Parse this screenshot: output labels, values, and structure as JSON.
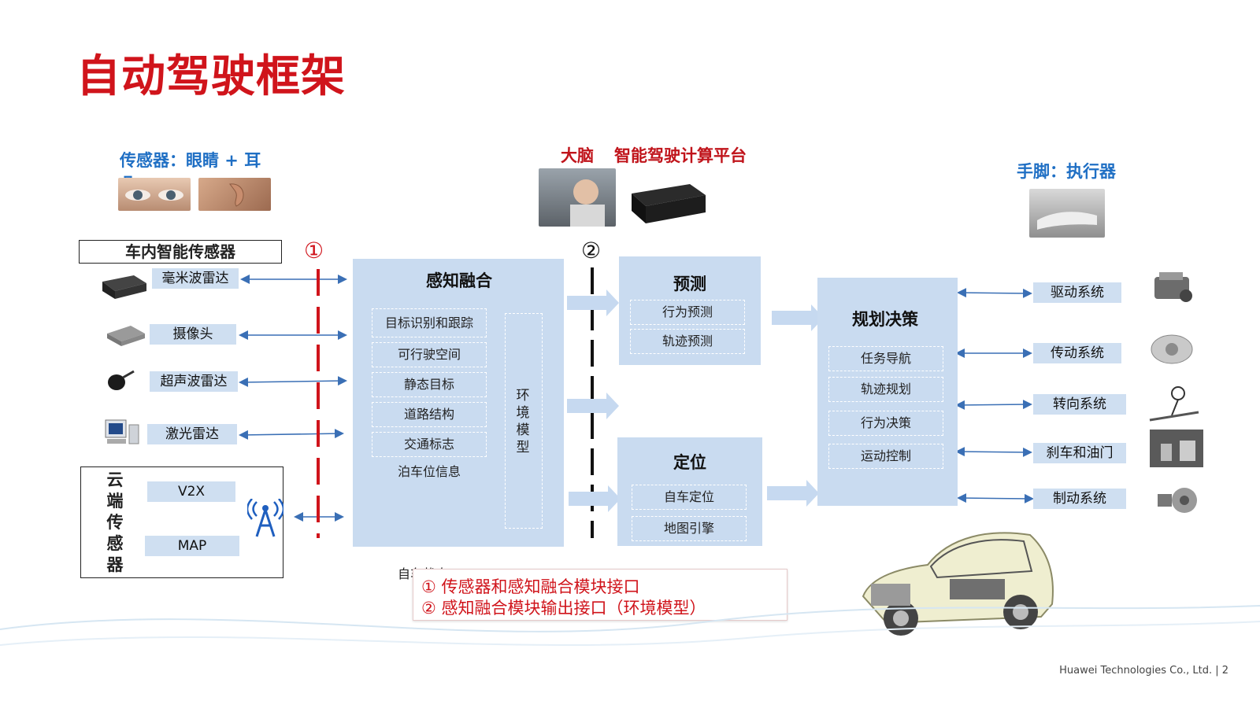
{
  "title": "自动驾驶框架",
  "sections": {
    "sensors_heading": "传感器：眼睛 + 耳朵",
    "brain_label": "大脑",
    "platform_label": "智能驾驶计算平台",
    "actuators_heading": "手脚：执行器"
  },
  "in_vehicle": {
    "heading": "车内智能传感器",
    "items": [
      "毫米波雷达",
      "摄像头",
      "超声波雷达",
      "激光雷达"
    ]
  },
  "cloud": {
    "heading": "云端传感器",
    "items": [
      "V2X",
      "MAP"
    ]
  },
  "interfaces": {
    "one": "①",
    "two": "②"
  },
  "perception": {
    "title": "感知融合",
    "items": [
      "目标识别和跟踪",
      "可行驶空间",
      "静态目标",
      "道路结构",
      "交通标志",
      "泊车位信息",
      "自车状态"
    ],
    "env_model": "环境模型"
  },
  "prediction": {
    "title": "预测",
    "items": [
      "行为预测",
      "轨迹预测"
    ]
  },
  "localization": {
    "title": "定位",
    "items": [
      "自车定位",
      "地图引擎"
    ]
  },
  "planning": {
    "title": "规划决策",
    "items": [
      "任务导航",
      "轨迹规划",
      "行为决策",
      "运动控制"
    ]
  },
  "actuators": {
    "items": [
      "驱动系统",
      "传动系统",
      "转向系统",
      "刹车和油门",
      "制动系统"
    ]
  },
  "legend": {
    "line1": "①  传感器和感知融合模块接口",
    "line2": "②  感知融合模块输出接口（环境模型）"
  },
  "footer": "Huawei Technologies Co., Ltd.  |  2",
  "colors": {
    "accent_red": "#d0141b",
    "heading_blue": "#1f6fc4",
    "panel_blue": "#c9dbf0"
  }
}
